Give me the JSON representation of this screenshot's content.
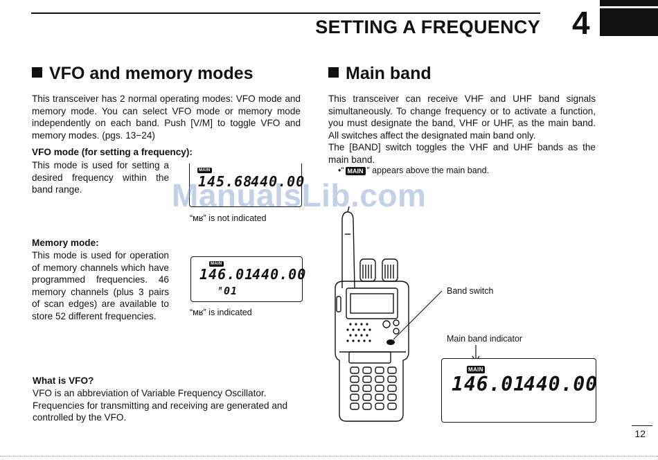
{
  "header": {
    "title": "SETTING A FREQUENCY",
    "chapter_number": "4"
  },
  "left": {
    "heading": "VFO and memory modes",
    "intro": "This transceiver has 2 normal operating modes: VFO mode and memory mode. You can select VFO mode or memory mode independently on each band. Push [V/M] to toggle VFO and memory modes. (pgs. 13−24)",
    "vfo_heading": "VFO mode (for setting a frequency):",
    "vfo_text": "This mode is used for setting a desired frequency within the band range.",
    "vfo_display": {
      "tag": "MAIN",
      "freq_left": "145.68",
      "freq_right": "440.00",
      "caption": "“ᴍʁ” is not indicated"
    },
    "memory_heading": "Memory mode:",
    "memory_text": "This mode is used for operation of memory channels which have programmed frequencies. 46 memory channels (plus 3 pairs of scan edges) are available to store 52 different frequencies.",
    "memory_display": {
      "tag": "MAIN",
      "freq_left": "146.01",
      "freq_right": "440.00",
      "channel_prefix": "M",
      "channel": "01",
      "caption": "“ᴍʁ” is indicated"
    },
    "what_heading": "What is VFO?",
    "what_text": "VFO is an abbreviation of Variable Frequency Oscillator. Frequencies for transmitting and receiving are generated and controlled by the VFO."
  },
  "right": {
    "heading": "Main band",
    "text1": "This transceiver can receive VHF and UHF band signals simultaneously. To change frequency or to activate a function, you must designate the band, VHF or UHF, as the main band. All switches affect the designated main band only.",
    "text2": "The [BAND] switch toggles the VHF and UHF bands as the main band.",
    "bullet_pre": "•“",
    "bullet_tag": "MAIN",
    "bullet_post": "” appears above the main band.",
    "band_switch_label": "Band switch",
    "indicator_label": "Main band indicator",
    "display": {
      "tag": "MAIN",
      "freq_left": "146.01",
      "freq_right": "440.00"
    }
  },
  "footer": {
    "page_number": "12"
  },
  "watermark": "ManualsLib.com"
}
